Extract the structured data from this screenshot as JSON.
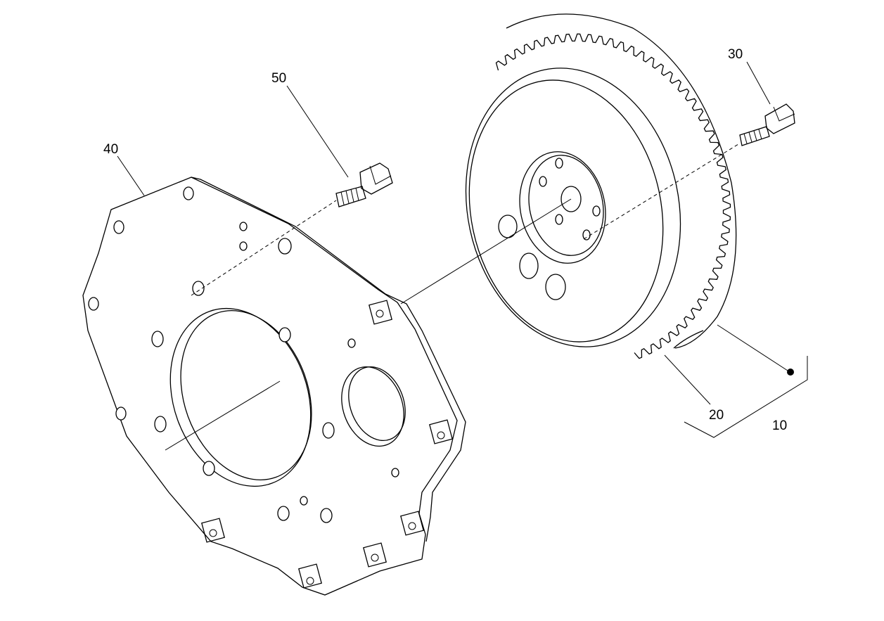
{
  "diagram": {
    "callouts": [
      {
        "id": "c10",
        "label": "10"
      },
      {
        "id": "c20",
        "label": "20"
      },
      {
        "id": "c30",
        "label": "30"
      },
      {
        "id": "c40",
        "label": "40"
      },
      {
        "id": "c50",
        "label": "50"
      }
    ],
    "parts": [
      "flywheel-assembly",
      "ring-gear",
      "flywheel-bolt",
      "adapter-plate",
      "plate-bolt"
    ]
  }
}
